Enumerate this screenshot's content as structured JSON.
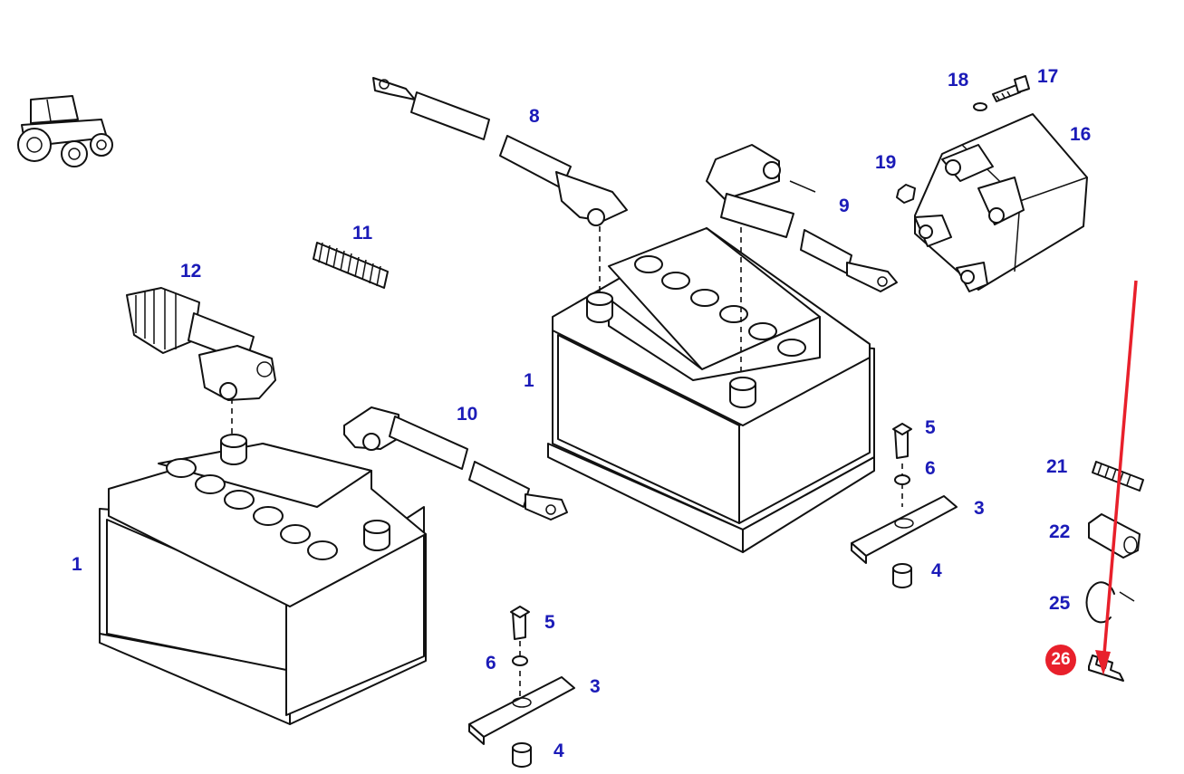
{
  "diagram": {
    "colors": {
      "callout": "#1b1bb8",
      "highlight": "#e8202b",
      "line": "#111111"
    },
    "icon": "tractor-icon",
    "callouts": {
      "c1a": "1",
      "c1b": "1",
      "c3a": "3",
      "c3b": "3",
      "c4a": "4",
      "c4b": "4",
      "c5a": "5",
      "c5b": "5",
      "c6a": "6",
      "c6b": "6",
      "c8": "8",
      "c9": "9",
      "c10": "10",
      "c11": "11",
      "c12": "12",
      "c16": "16",
      "c17": "17",
      "c18": "18",
      "c19": "19",
      "c21": "21",
      "c22": "22",
      "c25": "25"
    },
    "highlight_badge": "26"
  }
}
